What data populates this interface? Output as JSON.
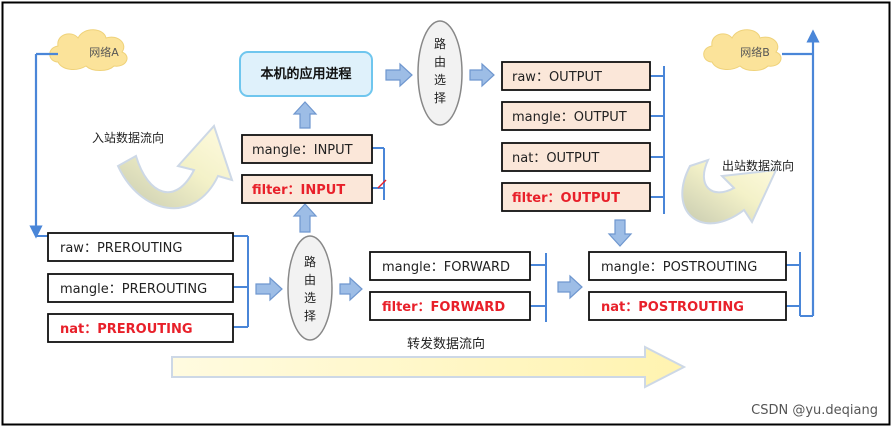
{
  "networks": {
    "a": "网络A",
    "b": "网络B"
  },
  "process": "本机的应用进程",
  "routing": [
    "路",
    "由",
    "选",
    "择"
  ],
  "flows": {
    "inbound": "入站数据流向",
    "outbound": "出站数据流向",
    "forward": "转发数据流向"
  },
  "prerouting": [
    {
      "table": "raw：",
      "chain": "PREROUTING"
    },
    {
      "table": "mangle：",
      "chain": "PREROUTING"
    },
    {
      "table": "nat：",
      "chain": "PREROUTING"
    }
  ],
  "input": [
    {
      "table": "mangle：",
      "chain": "INPUT"
    },
    {
      "table": "filter：",
      "chain": "INPUT"
    }
  ],
  "output": [
    {
      "table": "raw：",
      "chain": "OUTPUT"
    },
    {
      "table": "mangle：",
      "chain": "OUTPUT"
    },
    {
      "table": "nat：",
      "chain": "OUTPUT"
    },
    {
      "table": "filter：",
      "chain": "OUTPUT"
    }
  ],
  "forward": [
    {
      "table": "mangle：",
      "chain": "FORWARD"
    },
    {
      "table": "filter：",
      "chain": "FORWARD"
    }
  ],
  "postrouting": [
    {
      "table": "mangle：",
      "chain": "POSTROUTING"
    },
    {
      "table": "nat：",
      "chain": "POSTROUTING"
    }
  ],
  "watermark": "CSDN @yu.deqiang",
  "colors": {
    "line": "#4a86d8",
    "arrow_fill": "#9dbde6",
    "arrow_stroke": "#6f97cf",
    "red": "#e8202a",
    "box_bg": "#fbe7d9",
    "process_bg": "#dff1fb",
    "process_border": "#6fc6ee",
    "cloud": "#fbe39a",
    "flow_fill": "#fff8c4",
    "flow_stroke": "#cdd8e6"
  }
}
